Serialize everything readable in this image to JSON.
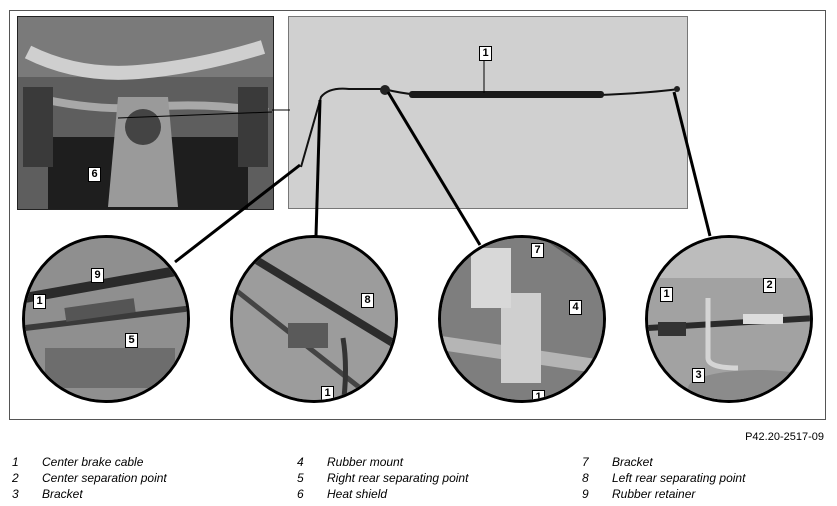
{
  "figure_code": "P42.20-2517-09",
  "callouts": {
    "overview_photo": "6",
    "main_panel": "1",
    "circle1": [
      "9",
      "1",
      "5"
    ],
    "circle2": [
      "8",
      "1"
    ],
    "circle3": [
      "7",
      "4",
      "1"
    ],
    "circle4": [
      "1",
      "2",
      "3"
    ]
  },
  "legend": [
    {
      "num": "1",
      "text": "Center brake cable"
    },
    {
      "num": "2",
      "text": "Center separation point"
    },
    {
      "num": "3",
      "text": "Bracket"
    },
    {
      "num": "4",
      "text": "Rubber mount"
    },
    {
      "num": "5",
      "text": "Right rear separating point"
    },
    {
      "num": "6",
      "text": "Heat shield"
    },
    {
      "num": "7",
      "text": "Bracket"
    },
    {
      "num": "8",
      "text": "Left rear separating point"
    },
    {
      "num": "9",
      "text": "Rubber retainer"
    }
  ]
}
